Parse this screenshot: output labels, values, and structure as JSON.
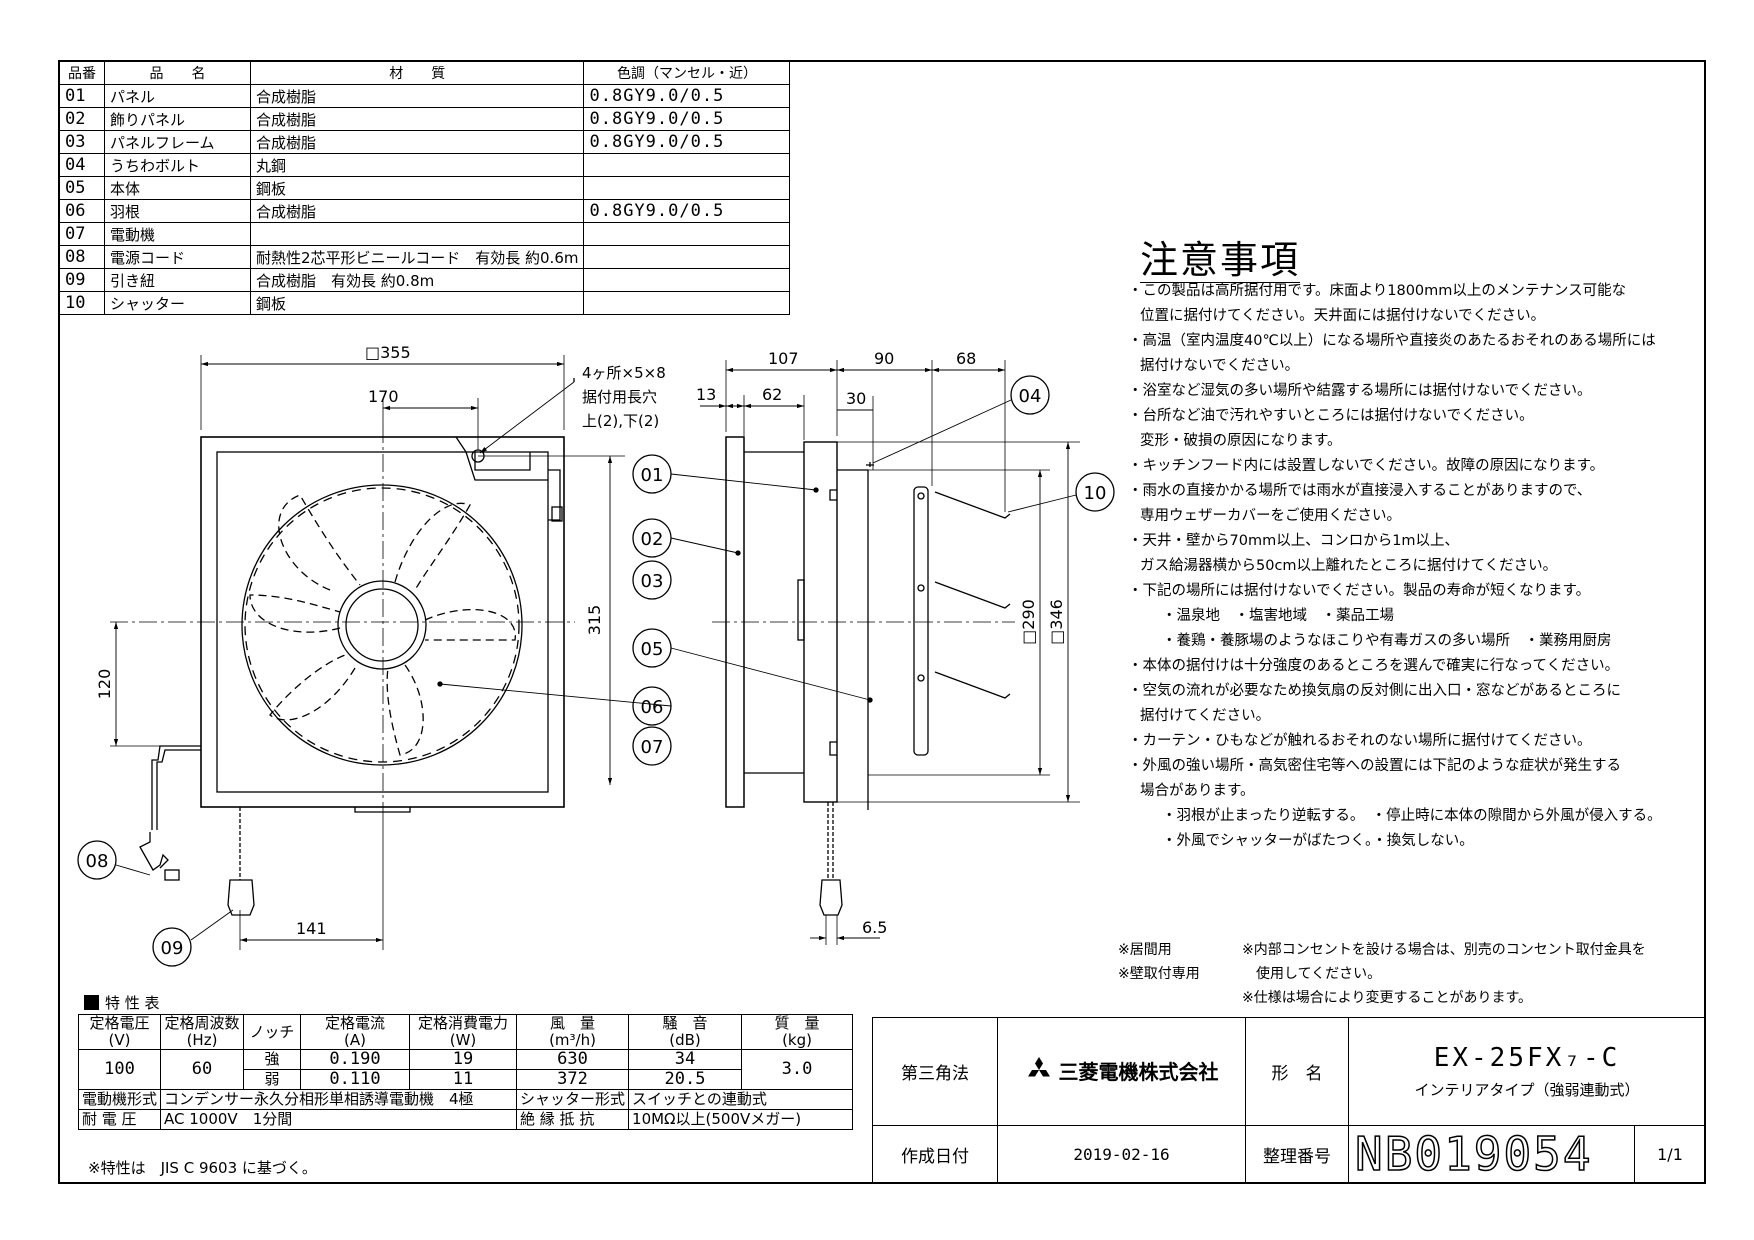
{
  "parts_table": {
    "headers": [
      "品番",
      "品　　名",
      "材　　質",
      "色調（マンセル・近）"
    ],
    "rows": [
      {
        "no": "01",
        "name": "パネル",
        "material": "合成樹脂",
        "color": "0.8GY9.0/0.5"
      },
      {
        "no": "02",
        "name": "飾りパネル",
        "material": "合成樹脂",
        "color": "0.8GY9.0/0.5"
      },
      {
        "no": "03",
        "name": "パネルフレーム",
        "material": "合成樹脂",
        "color": "0.8GY9.0/0.5"
      },
      {
        "no": "04",
        "name": "うちわボルト",
        "material": "丸鋼",
        "color": ""
      },
      {
        "no": "05",
        "name": "本体",
        "material": "鋼板",
        "color": ""
      },
      {
        "no": "06",
        "name": "羽根",
        "material": "合成樹脂",
        "color": "0.8GY9.0/0.5"
      },
      {
        "no": "07",
        "name": "電動機",
        "material": "",
        "color": ""
      },
      {
        "no": "08",
        "name": "電源コード",
        "material": "耐熱性2芯平形ビニールコード　有効長 約0.6m",
        "color": ""
      },
      {
        "no": "09",
        "name": "引き紐",
        "material": "合成樹脂　有効長 約0.8m",
        "color": ""
      },
      {
        "no": "10",
        "name": "シャッター",
        "material": "鋼板",
        "color": ""
      }
    ]
  },
  "drawing": {
    "front": {
      "dim_width": "□355",
      "dim_170": "170",
      "dim_315": "315",
      "dim_120": "120",
      "dim_141": "141",
      "hole_note_1": "4ヶ所×5×8",
      "hole_note_2": "据付用長穴",
      "hole_note_3": "上(2),下(2)"
    },
    "side": {
      "dim_107": "107",
      "dim_90": "90",
      "dim_68": "68",
      "dim_13": "13",
      "dim_62": "62",
      "dim_30": "30",
      "dim_290": "□290",
      "dim_346": "□346",
      "dim_65": "6.5"
    },
    "callouts": [
      "01",
      "02",
      "03",
      "04",
      "05",
      "06",
      "07",
      "08",
      "09",
      "10"
    ]
  },
  "notes": {
    "title": "注意事項",
    "lines": [
      {
        "text": "・この製品は高所据付用です。床面より1800mm以上のメンテナンス可能な",
        "cls": "l"
      },
      {
        "text": "位置に据付けてください。天井面には据付けないでください。",
        "cls": "l ind"
      },
      {
        "text": "・高温（室内温度40℃以上）になる場所や直接炎のあたるおそれのある場所には",
        "cls": "l"
      },
      {
        "text": "据付けないでください。",
        "cls": "l ind"
      },
      {
        "text": "・浴室など湿気の多い場所や結露する場所には据付けないでください。",
        "cls": "l"
      },
      {
        "text": "・台所など油で汚れやすいところには据付けないでください。",
        "cls": "l"
      },
      {
        "text": "変形・破損の原因になります。",
        "cls": "l ind"
      },
      {
        "text": "・キッチンフード内には設置しないでください。故障の原因になります。",
        "cls": "l"
      },
      {
        "text": "・雨水の直接かかる場所では雨水が直接浸入することがありますので、",
        "cls": "l"
      },
      {
        "text": "専用ウェザーカバーをご使用ください。",
        "cls": "l ind"
      },
      {
        "text": "・天井・壁から70mm以上、コンロから1m以上、",
        "cls": "l"
      },
      {
        "text": "ガス給湯器横から50cm以上離れたところに据付けてください。",
        "cls": "l ind"
      },
      {
        "text": "・下記の場所には据付けないでください。製品の寿命が短くなります。",
        "cls": "l"
      },
      {
        "text": "・温泉地　・塩害地域　・薬品工場",
        "cls": "l ind2"
      },
      {
        "text": "・養鶏・養豚場のようなほこりや有毒ガスの多い場所　・業務用厨房",
        "cls": "l ind2"
      },
      {
        "text": "・本体の据付けは十分強度のあるところを選んで確実に行なってください。",
        "cls": "l"
      },
      {
        "text": "・空気の流れが必要なため換気扇の反対側に出入口・窓などがあるところに",
        "cls": "l"
      },
      {
        "text": "据付けてください。",
        "cls": "l ind"
      },
      {
        "text": "・カーテン・ひもなどが触れるおそれのない場所に据付けてください。",
        "cls": "l"
      },
      {
        "text": "・外風の強い場所・高気密住宅等への設置には下記のような症状が発生する",
        "cls": "l"
      },
      {
        "text": "場合があります。",
        "cls": "l ind"
      },
      {
        "text": "・羽根が止まったり逆転する。　・停止時に本体の隙間から外風が侵入する。",
        "cls": "l ind2"
      },
      {
        "text": "・外風でシャッターがばたつく。・換気しない。",
        "cls": "l ind2"
      }
    ]
  },
  "remarks": {
    "r1a": "※居間用",
    "r1b": "※内部コンセントを設ける場合は、別売のコンセント取付金具を",
    "r2a": "※壁取付専用",
    "r2b": "使用してください。",
    "r3": "※仕様は場合により変更することがあります。"
  },
  "spec": {
    "title": "特 性 表",
    "h_voltage": "定格電圧",
    "h_voltage_unit": "(V)",
    "h_freq": "定格周波数",
    "h_freq_unit": "(Hz)",
    "h_notch": "ノッチ",
    "h_current": "定格電流",
    "h_current_unit": "(A)",
    "h_power": "定格消費電力",
    "h_power_unit": "(W)",
    "h_airflow": "風　量",
    "h_airflow_unit": "(m³/h)",
    "h_noise": "騒　音",
    "h_noise_unit": "(dB)",
    "h_mass": "質　量",
    "h_mass_unit": "(kg)",
    "voltage": "100",
    "freq": "60",
    "mass": "3.0",
    "strong": {
      "notch": "強",
      "current": "0.190",
      "power": "19",
      "airflow": "630",
      "noise": "34"
    },
    "weak": {
      "notch": "弱",
      "current": "0.110",
      "power": "11",
      "airflow": "372",
      "noise": "20.5"
    },
    "motor_label": "電動機形式",
    "motor_value": "コンデンサー永久分相形単相誘導電動機　4極",
    "shutter_label": "シャッター形式",
    "shutter_value": "スイッチとの連動式",
    "withstand_label": "耐 電 圧",
    "withstand_value": "AC 1000V　1分間",
    "insulation_label": "絶 縁 抵 抗",
    "insulation_value": "10MΩ以上(500Vメガー)",
    "note": "※特性は　JIS C 9603 に基づく。"
  },
  "title_block": {
    "projection": "第三角法",
    "company": "三菱電機株式会社",
    "model_label": "形　名",
    "model": "EX-25FX₇-C",
    "subtitle": "インテリアタイプ（強弱連動式）",
    "date_label": "作成日付",
    "date": "2019-02-16",
    "drawing_no_label": "整理番号",
    "drawing_no": "NB019054",
    "sheet": "1/1"
  }
}
